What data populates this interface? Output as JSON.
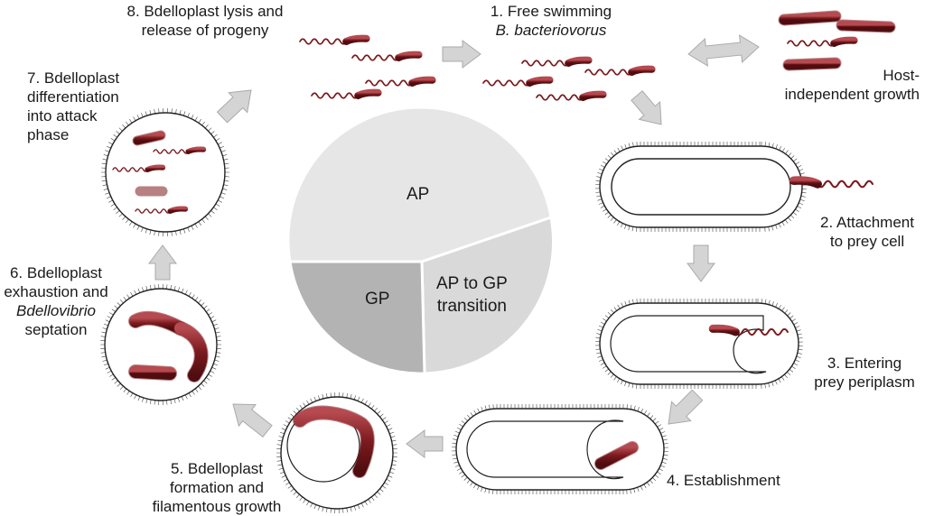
{
  "pie": {
    "ap": "AP",
    "gp": "GP",
    "transition": [
      "AP to GP",
      "transition"
    ]
  },
  "steps": {
    "s1": [
      "1. Free swimming",
      "B. bacteriovorus"
    ],
    "host": [
      "Host-",
      "independent growth"
    ],
    "s2": [
      "2. Attachment",
      "to prey cell"
    ],
    "s3": [
      "3. Entering",
      "prey periplasm"
    ],
    "s4": [
      "4. Establishment"
    ],
    "s5": [
      "5. Bdelloplast",
      "formation and",
      "filamentous growth"
    ],
    "s6": [
      "6. Bdelloplast",
      "exhaustion and",
      "Bdellovibrio",
      "septation"
    ],
    "s7": [
      "7. Bdelloplast",
      "differentiation",
      "into attack",
      "phase"
    ],
    "s8": [
      "8. Bdelloplast lysis and",
      "release of progeny"
    ]
  },
  "colors": {
    "bacterium": "#7b1a1e",
    "arrow": "#d4d4d4",
    "arrow_stroke": "#aaaaaa",
    "pie_ap": "#e6e6e6",
    "pie_gp": "#b3b3b3",
    "pie_transition": "#d9d9d9"
  }
}
